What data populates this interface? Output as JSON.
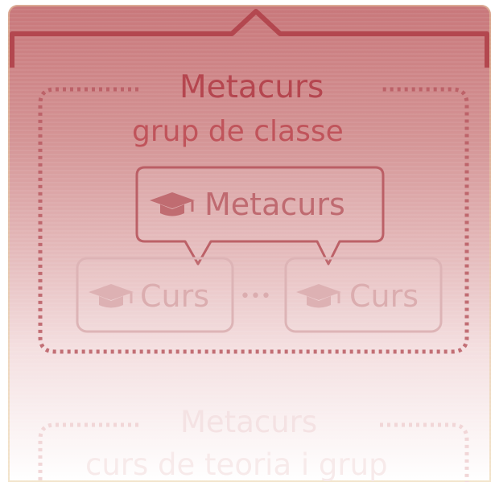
{
  "top_group": {
    "title": "Metacurs",
    "subtitle": "grup de classe"
  },
  "metacurs_box": {
    "label": "Metacurs",
    "icon": "graduation-cap-icon"
  },
  "curs_boxes": [
    {
      "label": "Curs",
      "icon": "graduation-cap-icon"
    },
    {
      "label": "Curs",
      "icon": "graduation-cap-icon"
    }
  ],
  "ellipsis": "•••",
  "bottom_group": {
    "title": "Metacurs",
    "subtitle": "curs de teoria i grup"
  },
  "colors": {
    "panel_top": "#c8777a",
    "accent": "#b5464f",
    "dotted_border": "#b85a62",
    "faded": "#dbadaf"
  }
}
